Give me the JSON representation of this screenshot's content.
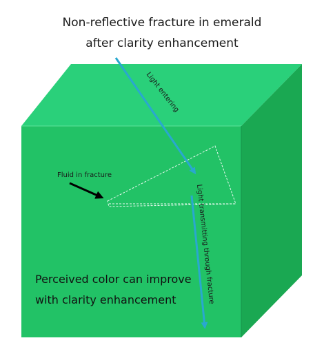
{
  "title": {
    "line1": "Non-reflective fracture in emerald",
    "line2": "after clarity enhancement"
  },
  "labels": {
    "light_entering": "Light entering",
    "fluid_in_fracture": "Fluid in fracture",
    "light_transmitting": "Light transmitting through fracture"
  },
  "caption": {
    "line1": "Perceived color can improve",
    "line2": "with clarity enhancement"
  },
  "colors": {
    "cube_front": "#22c266",
    "cube_top": "#2ad07a",
    "cube_side": "#1aa852",
    "light_ray": "#29a8cf",
    "fracture_outline": "#ffffff",
    "pointer_arrow": "#000000"
  }
}
